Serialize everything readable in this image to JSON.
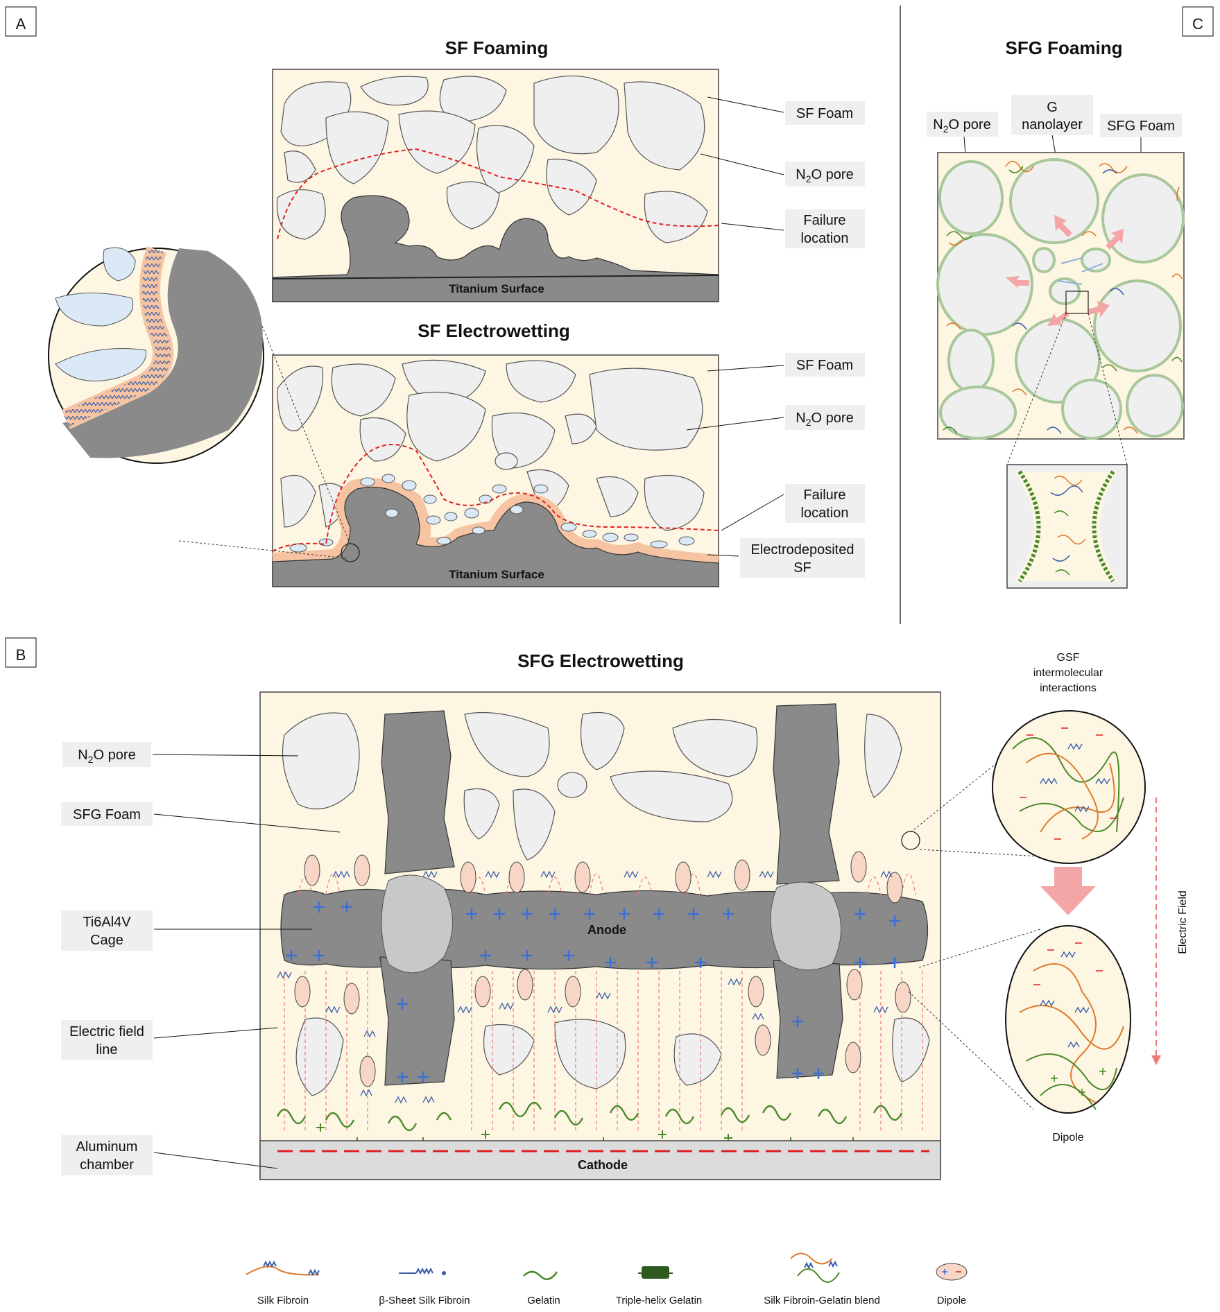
{
  "panels": {
    "a": {
      "letter": "A",
      "foaming": {
        "title": "SF Foaming",
        "labels": {
          "foam": "SF Foam",
          "pore_main": "N",
          "pore_sub": "2",
          "pore_rest": "O pore",
          "failure_1": "Failure",
          "failure_2": "location"
        },
        "surface": "Titanium Surface"
      },
      "electrowetting": {
        "title": "SF Electrowetting",
        "labels": {
          "foam": "SF Foam",
          "pore_main": "N",
          "pore_sub": "2",
          "pore_rest": "O pore",
          "failure_1": "Failure",
          "failure_2": "location",
          "electro_1": "Electrodeposited",
          "electro_2": "SF"
        },
        "surface": "Titanium Surface"
      }
    },
    "b": {
      "letter": "B",
      "title": "SFG Electrowetting",
      "labels": {
        "pore_main": "N",
        "pore_sub": "2",
        "pore_rest": "O pore",
        "foam": "SFG Foam",
        "cage_1": "Ti6Al4V",
        "cage_2": "Cage",
        "field_1": "Electric field",
        "field_2": "line",
        "chamber_1": "Aluminum",
        "chamber_2": "chamber"
      },
      "anode": "Anode",
      "cathode": "Cathode",
      "gsf_1": "GSF",
      "gsf_2": "intermolecular",
      "gsf_3": "interactions",
      "dipole": "Dipole",
      "electric_field": "Electric Field"
    },
    "c": {
      "letter": "C",
      "title": "SFG Foaming",
      "labels": {
        "pore_main": "N",
        "pore_sub": "2",
        "pore_rest": "O pore",
        "g_1": "G",
        "g_2": "nanolayer",
        "foam": "SFG Foam"
      }
    }
  },
  "legend": [
    {
      "label": "Silk Fibroin"
    },
    {
      "label": "β-Sheet Silk Fibroin"
    },
    {
      "label": "Gelatin"
    },
    {
      "label": "Triple-helix Gelatin"
    },
    {
      "label": "Silk Fibroin-Gelatin blend"
    },
    {
      "label": "Dipole"
    }
  ],
  "colors": {
    "foam": "#fdf6e3",
    "pore": "#efefef",
    "titanium": "#8a8a8a",
    "electrodeposit": "#f6c4a2",
    "failure": "#e02020",
    "fibroin": "#3a5fa8",
    "gelatin": "#4a8a2a",
    "orange": "#e07a2a",
    "plus": "#3c6fd6",
    "arrow": "#f4a6a6",
    "chamber": "#dcdcdc"
  }
}
